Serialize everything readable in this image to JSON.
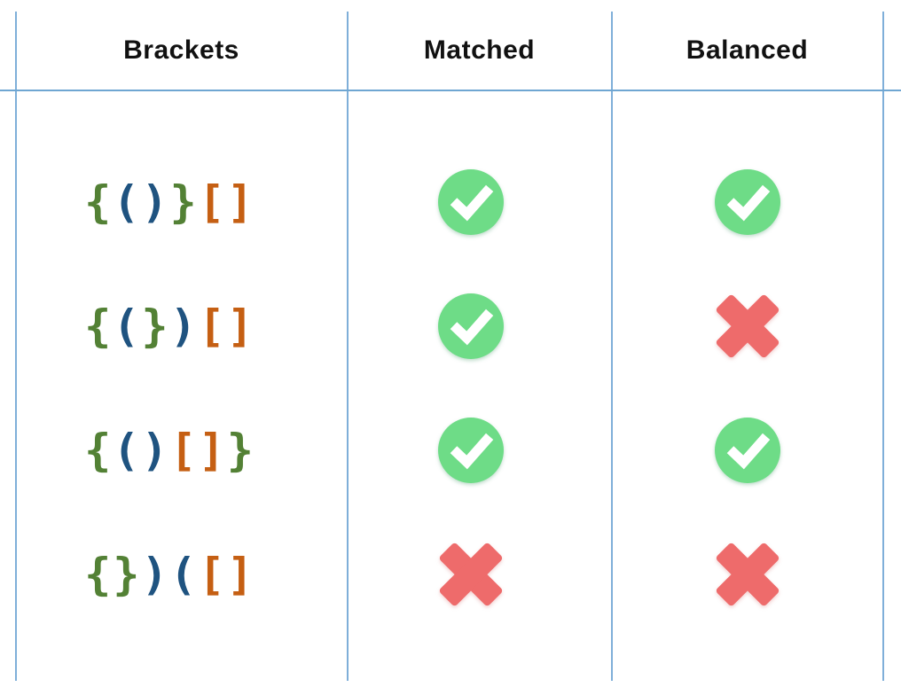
{
  "header": {
    "brackets_label": "Brackets",
    "matched_label": "Matched",
    "balanced_label": "Balanced"
  },
  "rows": [
    {
      "sequence": "{ ( ) } [ ]",
      "brackets": [
        {
          "ch": "{",
          "color": "green"
        },
        {
          "ch": "(",
          "color": "blue"
        },
        {
          "ch": ")",
          "color": "blue"
        },
        {
          "ch": "}",
          "color": "green"
        },
        {
          "ch": "[",
          "color": "orange"
        },
        {
          "ch": "]",
          "color": "orange"
        }
      ],
      "matched": "check",
      "balanced": "check"
    },
    {
      "sequence": "{ ( } ) [ ]",
      "brackets": [
        {
          "ch": "{",
          "color": "green"
        },
        {
          "ch": "(",
          "color": "blue"
        },
        {
          "ch": "}",
          "color": "green"
        },
        {
          "ch": ")",
          "color": "blue"
        },
        {
          "ch": "[",
          "color": "orange"
        },
        {
          "ch": "]",
          "color": "orange"
        }
      ],
      "matched": "check",
      "balanced": "cross"
    },
    {
      "sequence": "{ ( ) [ ] }",
      "brackets": [
        {
          "ch": "{",
          "color": "green"
        },
        {
          "ch": "(",
          "color": "blue"
        },
        {
          "ch": ")",
          "color": "blue"
        },
        {
          "ch": "[",
          "color": "orange"
        },
        {
          "ch": "]",
          "color": "orange"
        },
        {
          "ch": "}",
          "color": "green"
        }
      ],
      "matched": "check",
      "balanced": "check"
    },
    {
      "sequence": "{ } ) ( [ ]",
      "brackets": [
        {
          "ch": "{",
          "color": "green"
        },
        {
          "ch": "}",
          "color": "green"
        },
        {
          "ch": ")",
          "color": "blue"
        },
        {
          "ch": "(",
          "color": "blue"
        },
        {
          "ch": "[",
          "color": "orange"
        },
        {
          "ch": "]",
          "color": "orange"
        }
      ],
      "matched": "cross",
      "balanced": "cross"
    }
  ],
  "icons": {
    "check": "check-circle-icon",
    "cross": "cross-icon"
  },
  "colors": {
    "brace_green": "#538135",
    "paren_blue": "#1F5380",
    "square_bracket_orange": "#C55F13",
    "check_fill": "#6EDC87",
    "check_mark": "#FFFFFF",
    "cross_fill": "#EE6B6B",
    "grid_line": "#7FAFD9",
    "header_text": "#111111"
  }
}
